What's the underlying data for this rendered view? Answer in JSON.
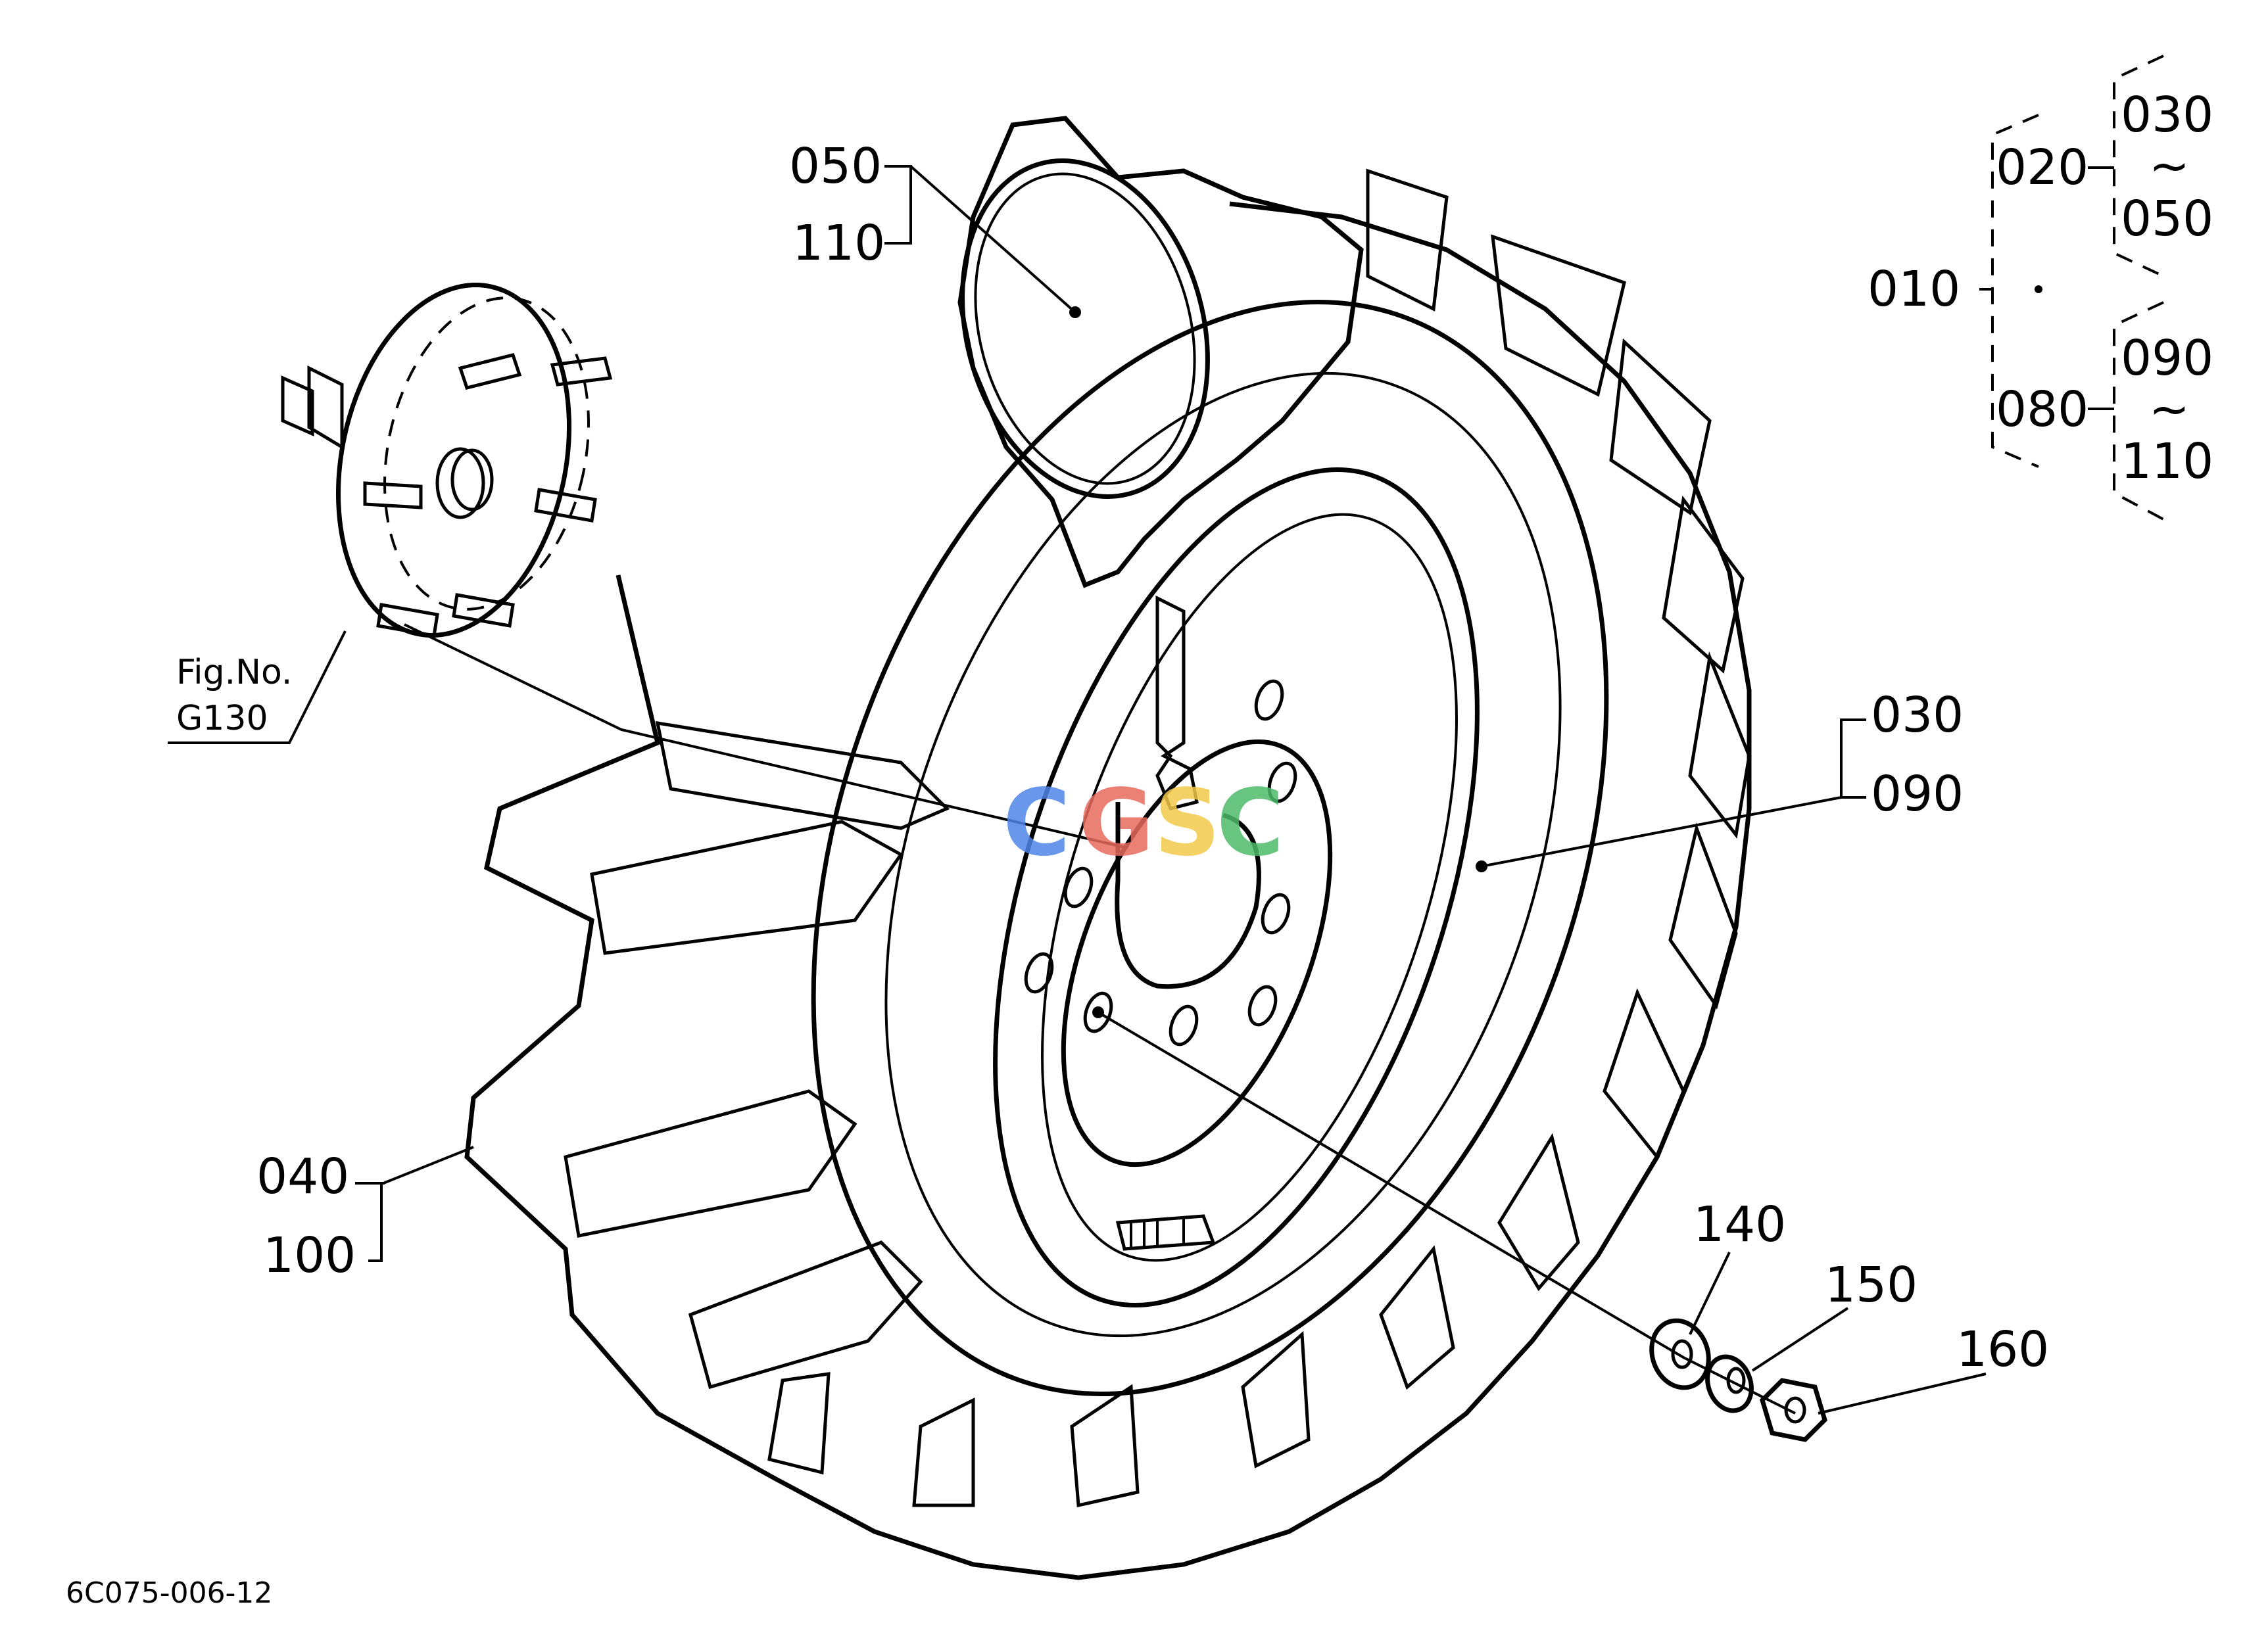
{
  "labels": {
    "p010": "010",
    "p020": "020",
    "p030_tree": "030",
    "p050_tree": "050",
    "p080": "080",
    "p090_tree": "090",
    "p110_tree": "110",
    "tilde": "~",
    "p050": "050",
    "p110": "110",
    "p030": "030",
    "p090": "090",
    "p040": "040",
    "p100": "100",
    "p140": "140",
    "p150": "150",
    "p160": "160",
    "fig_line1": "Fig.No.",
    "fig_line2": "G130"
  },
  "drawing_code": "6C075-006-12",
  "watermark": {
    "letters": [
      "C",
      "G",
      "S",
      "C"
    ],
    "colors": [
      "#4f86e8",
      "#e86a5e",
      "#f3c94a",
      "#4dbb6a"
    ]
  }
}
